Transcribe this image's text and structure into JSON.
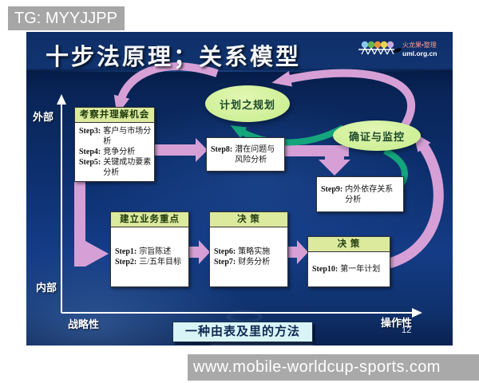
{
  "overlay": {
    "top_badge": "TG: MYYJJPP",
    "bottom_badge_url": "www.mobile-worldcup-sports.com"
  },
  "slide": {
    "title": "十步法原理；关系模型",
    "page_number": "12",
    "caption": "一种由表及里的方法",
    "logo": {
      "line1": "火龙果•整理",
      "line2": "uml.org.cn",
      "dot_colors": [
        "#86c9e8",
        "#66b84e",
        "#e8903a",
        "#e8d44e",
        "#c9a8e0"
      ]
    },
    "axes": {
      "top": "外部",
      "bottom": "内部",
      "left": "战略性",
      "right": "操作性"
    },
    "nodes": {
      "opportunity": {
        "header": "考察并理解机会",
        "steps": [
          {
            "num": "Step3:",
            "text": "客户与市场分析"
          },
          {
            "num": "Step4:",
            "text": "竞争分析"
          },
          {
            "num": "Step5:",
            "text": "关键成功要素分析"
          }
        ]
      },
      "plan_of_plans": {
        "label": "计划之规划"
      },
      "verify_monitor": {
        "label": "确证与监控"
      },
      "step8": {
        "num": "Step8:",
        "text": "潜在问题与风险分析"
      },
      "step9": {
        "num": "Step9:",
        "text": "内外依存关系分析"
      },
      "business_focus": {
        "header": "建立业务重点",
        "steps": [
          {
            "num": "Step1:",
            "text": "宗旨陈述"
          },
          {
            "num": "Step2:",
            "text": "三/五年目标"
          }
        ]
      },
      "decision1": {
        "header": "决 策",
        "steps": [
          {
            "num": "Step6:",
            "text": "策略实施"
          },
          {
            "num": "Step7:",
            "text": "财务分析"
          }
        ]
      },
      "decision2": {
        "header": "决 策",
        "steps": [
          {
            "num": "Step10:",
            "text": "第一年计划"
          }
        ]
      }
    },
    "colors": {
      "slide_bg": "#0d2f6e",
      "node_header_bg": "#dcea9e",
      "ellipse_bg": "#cdee92",
      "arrow_pink": "#d6a0d6",
      "arrow_teal": "#14a57c",
      "caption_bg": "#d9f4f6"
    }
  }
}
